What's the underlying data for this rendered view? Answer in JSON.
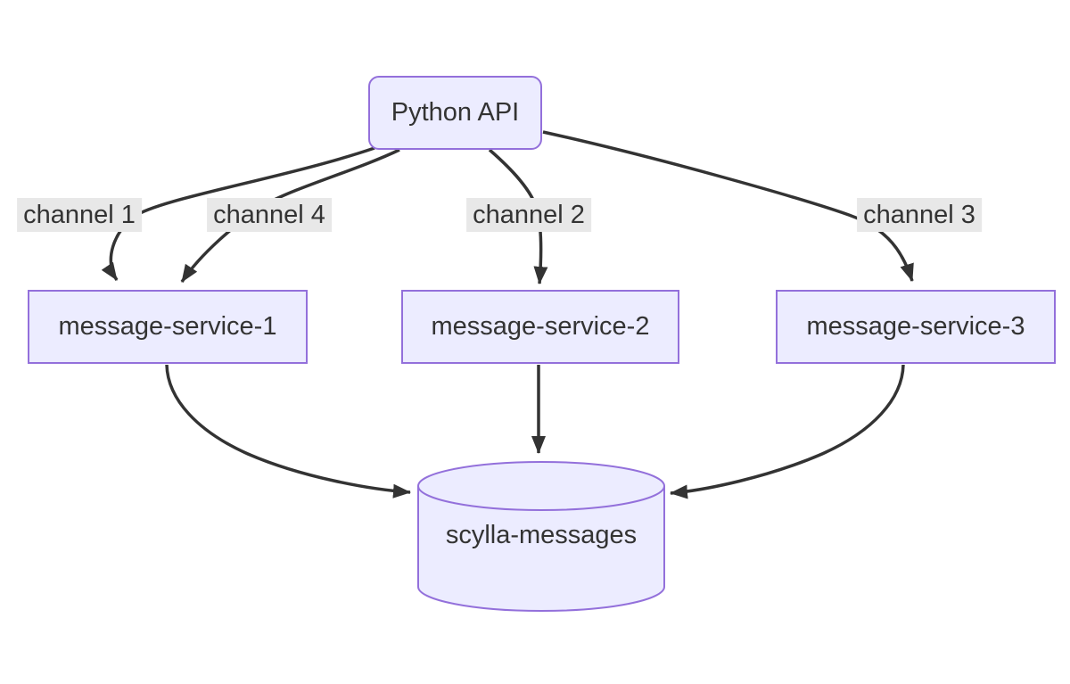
{
  "diagram": {
    "type": "flowchart",
    "direction": "top-down",
    "nodes": [
      {
        "id": "python-api",
        "label": "Python API",
        "shape": "rounded-rect"
      },
      {
        "id": "message-service-1",
        "label": "message-service-1",
        "shape": "rect"
      },
      {
        "id": "message-service-2",
        "label": "message-service-2",
        "shape": "rect"
      },
      {
        "id": "message-service-3",
        "label": "message-service-3",
        "shape": "rect"
      },
      {
        "id": "scylla-messages",
        "label": "scylla-messages",
        "shape": "cylinder"
      }
    ],
    "edges": [
      {
        "from": "python-api",
        "to": "message-service-1",
        "label": "channel 1"
      },
      {
        "from": "python-api",
        "to": "message-service-1",
        "label": "channel 4"
      },
      {
        "from": "python-api",
        "to": "message-service-2",
        "label": "channel 2"
      },
      {
        "from": "python-api",
        "to": "message-service-3",
        "label": "channel 3"
      },
      {
        "from": "message-service-1",
        "to": "scylla-messages",
        "label": ""
      },
      {
        "from": "message-service-2",
        "to": "scylla-messages",
        "label": ""
      },
      {
        "from": "message-service-3",
        "to": "scylla-messages",
        "label": ""
      }
    ],
    "colors": {
      "node_fill": "#ECECFF",
      "node_border": "#9370DB",
      "edge": "#333333",
      "edge_label_bg": "#e8e8e8",
      "text": "#333333",
      "background": "#ffffff"
    }
  }
}
